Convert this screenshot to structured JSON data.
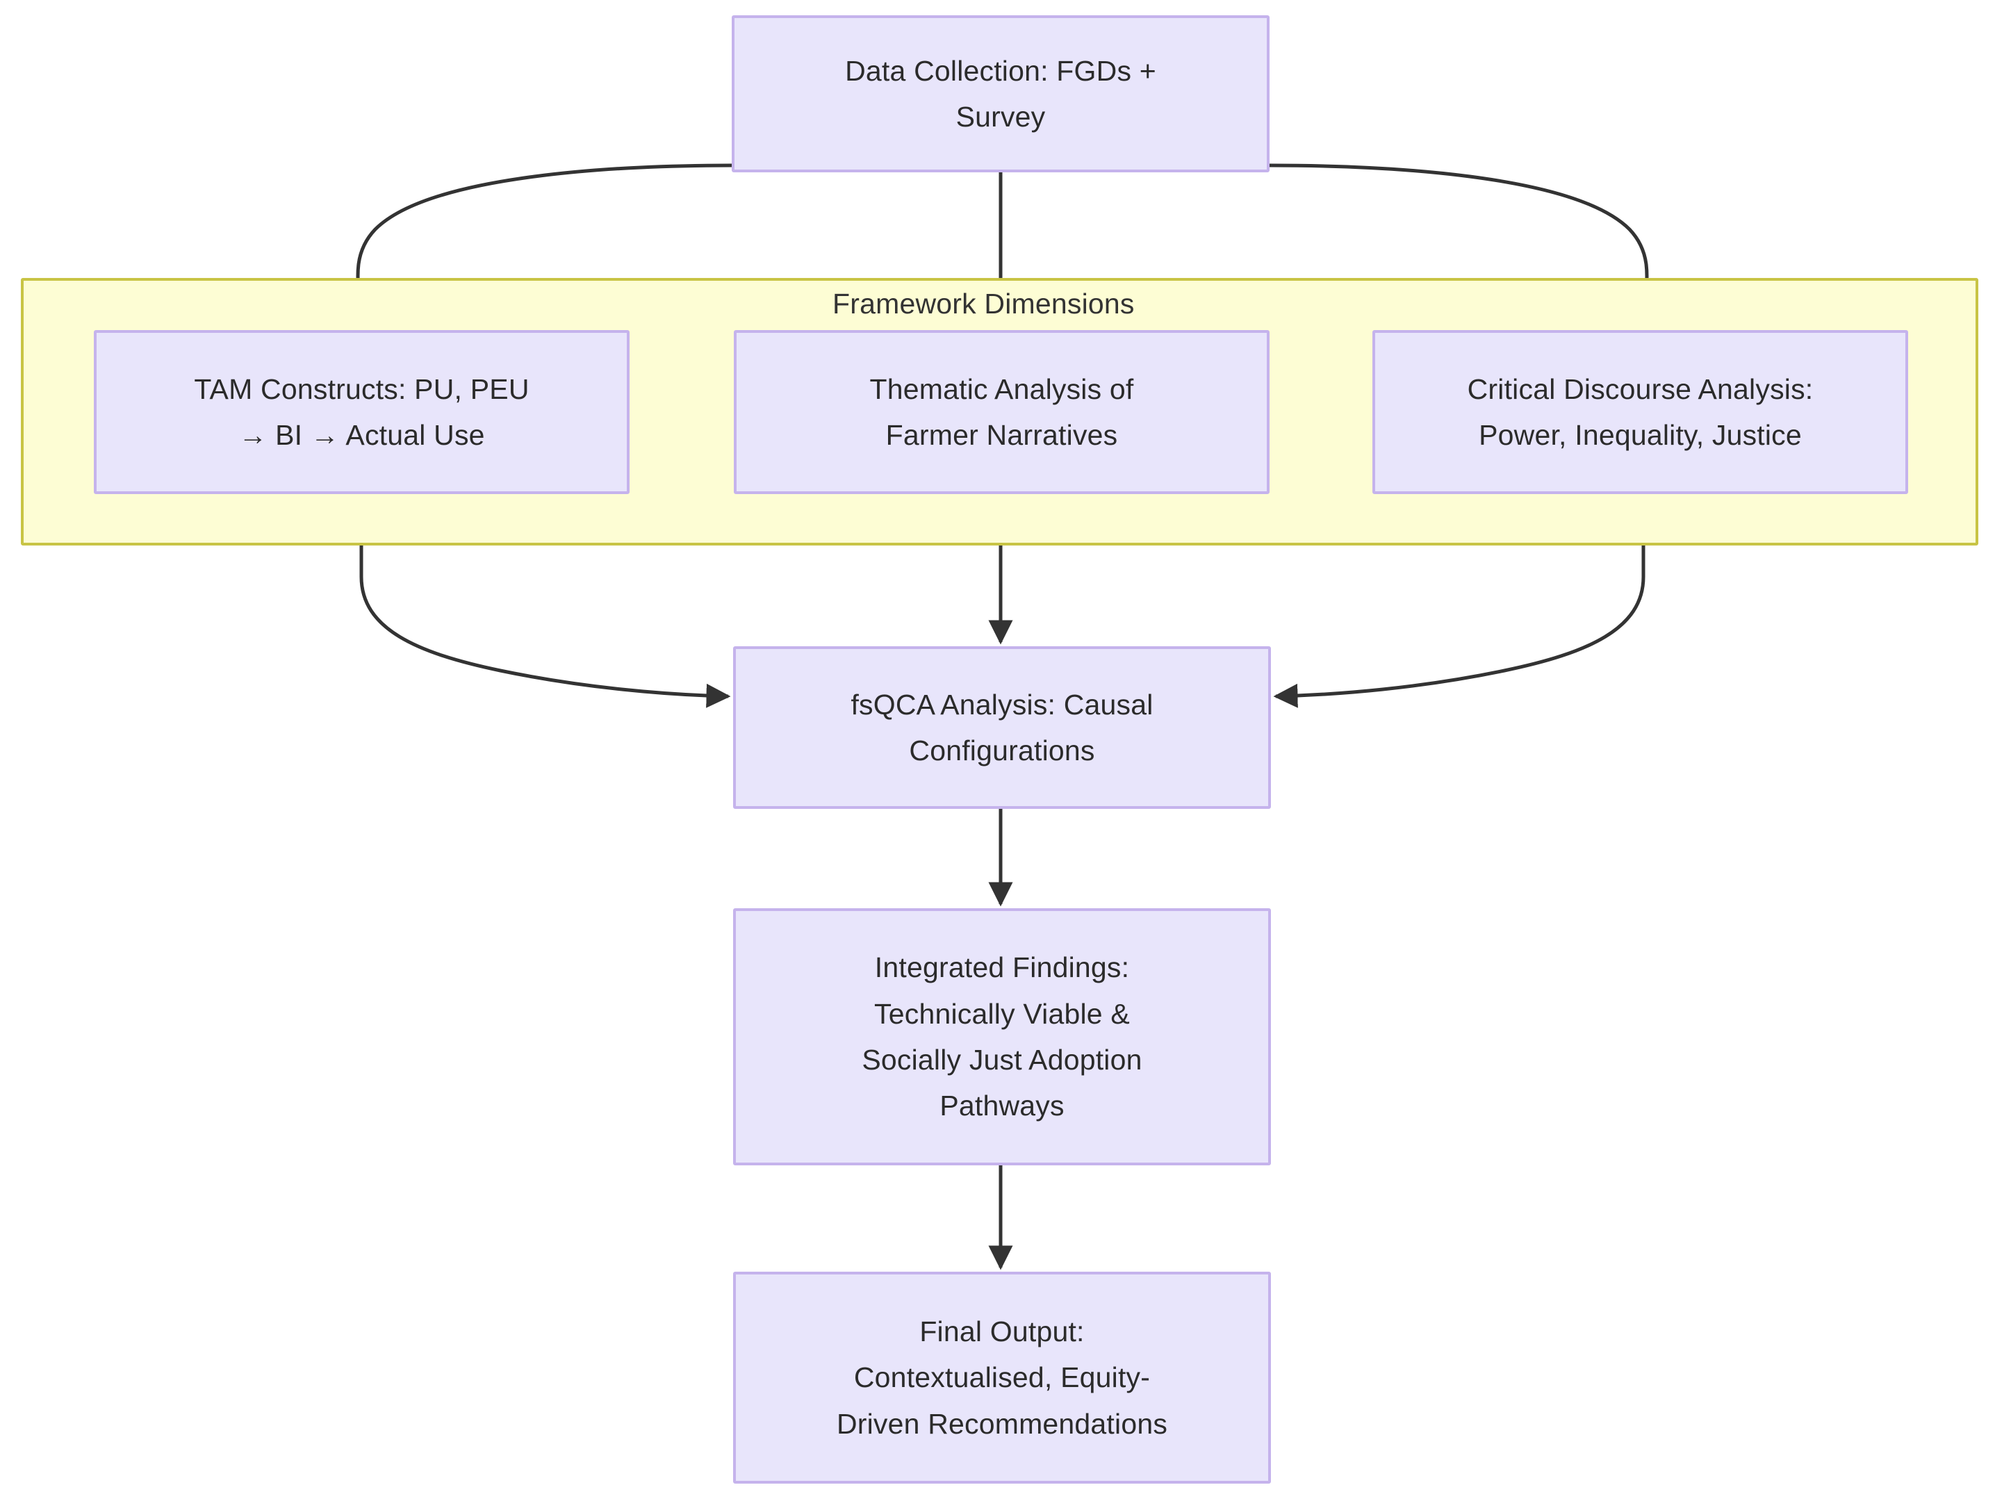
{
  "diagram": {
    "type": "flowchart",
    "direction": "top-to-bottom",
    "title_visible": false,
    "colors": {
      "node_fill": "#e8e5fb",
      "node_border": "#c5b3ec",
      "cluster_fill": "#fdfdd4",
      "cluster_border": "#c8c445",
      "edge_stroke": "#333333",
      "text": "#2b2b2b",
      "background": "#ffffff"
    },
    "cluster": {
      "id": "framework-dimensions",
      "label": "Framework Dimensions"
    },
    "nodes": [
      {
        "id": "data-collection",
        "label": "Data Collection: FGDs +\nSurvey"
      },
      {
        "id": "tam-constructs",
        "label": "TAM Constructs: PU, PEU\n→ BI → Actual Use"
      },
      {
        "id": "thematic-analysis",
        "label": "Thematic Analysis of\nFarmer Narratives"
      },
      {
        "id": "critical-discourse-analysis",
        "label": "Critical Discourse Analysis:\nPower, Inequality, Justice"
      },
      {
        "id": "fsqca-analysis",
        "label": "fsQCA Analysis: Causal\nConfigurations"
      },
      {
        "id": "integrated-findings",
        "label": "Integrated Findings:\nTechnically Viable &\nSocially Just Adoption\nPathways"
      },
      {
        "id": "final-output",
        "label": "Final Output:\nContextualised, Equity-\nDriven Recommendations"
      }
    ],
    "edges": [
      {
        "from": "data-collection",
        "to": "tam-constructs",
        "label": ""
      },
      {
        "from": "data-collection",
        "to": "thematic-analysis",
        "label": ""
      },
      {
        "from": "data-collection",
        "to": "critical-discourse-analysis",
        "label": ""
      },
      {
        "from": "tam-constructs",
        "to": "fsqca-analysis",
        "label": ""
      },
      {
        "from": "thematic-analysis",
        "to": "fsqca-analysis",
        "label": ""
      },
      {
        "from": "critical-discourse-analysis",
        "to": "fsqca-analysis",
        "label": ""
      },
      {
        "from": "fsqca-analysis",
        "to": "integrated-findings",
        "label": ""
      },
      {
        "from": "integrated-findings",
        "to": "final-output",
        "label": ""
      }
    ]
  }
}
